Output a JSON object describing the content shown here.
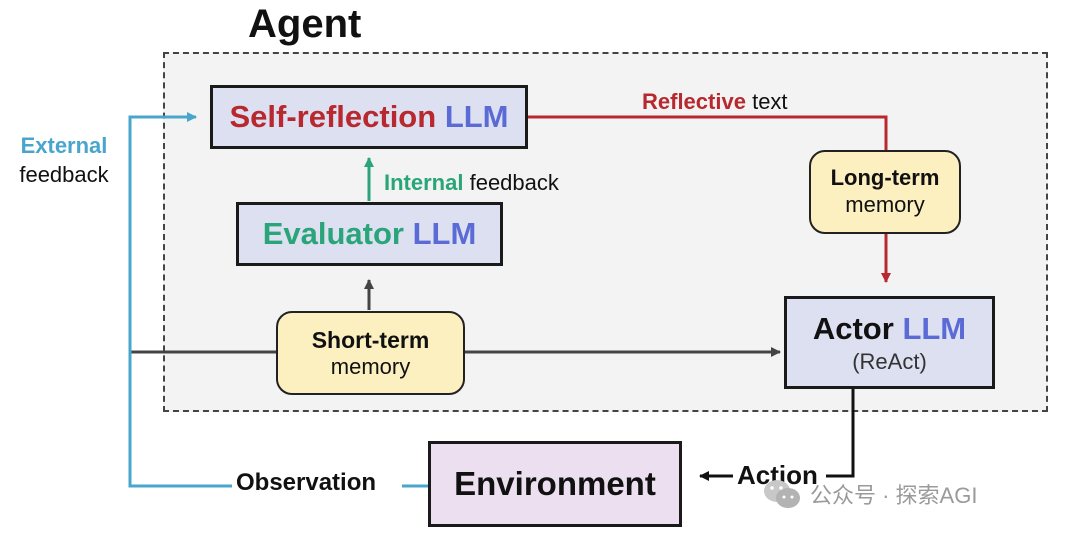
{
  "title": "Agent",
  "self_reflection": {
    "name": "Self-reflection",
    "suffix": "LLM",
    "name_color": "#b8292f",
    "suffix_color": "#5a6bd6"
  },
  "evaluator": {
    "name": "Evaluator",
    "suffix": "LLM",
    "name_color": "#2aa57a",
    "suffix_color": "#5a6bd6"
  },
  "actor": {
    "name": "Actor",
    "suffix": "LLM",
    "sub": "(ReAct)",
    "suffix_color": "#5a6bd6"
  },
  "short_term_memory": {
    "title": "Short-term",
    "sub": "memory"
  },
  "long_term_memory": {
    "title": "Long-term",
    "sub": "memory"
  },
  "environment": {
    "label": "Environment"
  },
  "edges": {
    "reflective": {
      "colored": "Reflective",
      "rest": "text"
    },
    "internal": {
      "colored": "Internal",
      "rest": "feedback"
    },
    "external": {
      "colored": "External",
      "rest": "feedback"
    },
    "observation": "Observation",
    "action": "Action"
  },
  "colors": {
    "red": "#b8292f",
    "green": "#2aa57a",
    "blue_llm": "#5a6bd6",
    "cyan": "#4aa5cc",
    "dark": "#444444",
    "llm_fill": "#dde0f1",
    "memory_fill": "#fdf0c0",
    "environment_fill": "#ecdff0"
  },
  "watermark": {
    "icon": "wechat-icon",
    "text": "公众号 · 探索AGI"
  }
}
